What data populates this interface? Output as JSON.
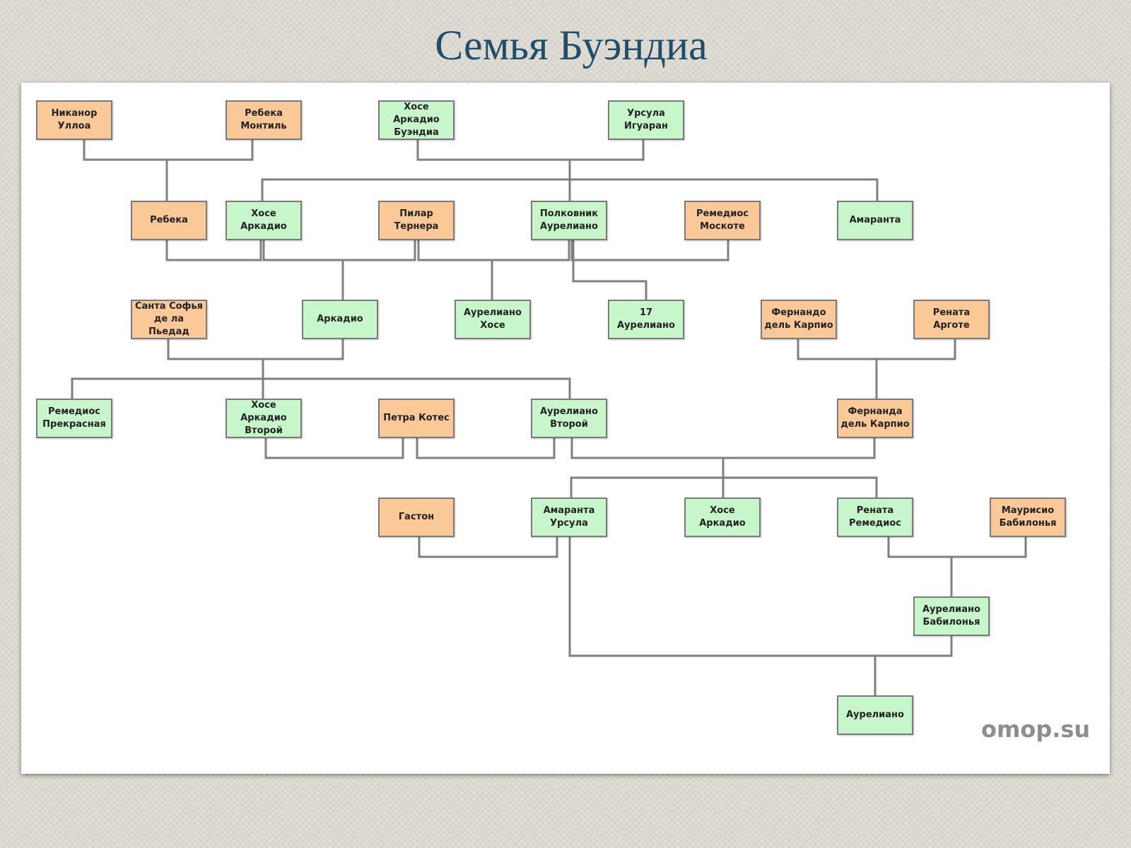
{
  "title": "Семья Буэндиа",
  "watermark": "omop.su",
  "colors": {
    "married_in": "#fbc898",
    "buendia": "#c6f6c9",
    "title": "#1f4e6b",
    "line": "#7f7f7f"
  },
  "nodes": [
    {
      "id": "nikanor",
      "label": "Никанор\nУллоа",
      "kind": "orange"
    },
    {
      "id": "rebeka_montil",
      "label": "Ребека\nМонтиль",
      "kind": "orange"
    },
    {
      "id": "jose_arkadio_buendia",
      "label": "Хосе Аркадио\nБуэндиа",
      "kind": "green"
    },
    {
      "id": "ursula",
      "label": "Урсула\nИгуаран",
      "kind": "green"
    },
    {
      "id": "rebeka",
      "label": "Ребека",
      "kind": "orange"
    },
    {
      "id": "jose_arkadio",
      "label": "Хосе Аркадио",
      "kind": "green"
    },
    {
      "id": "pilar",
      "label": "Пилар\nТернера",
      "kind": "orange"
    },
    {
      "id": "colonel",
      "label": "Полковник\nАурелиано",
      "kind": "green"
    },
    {
      "id": "remedios_moskote",
      "label": "Ремедиос\nМоскоте",
      "kind": "orange"
    },
    {
      "id": "amaranta",
      "label": "Амаранта",
      "kind": "green"
    },
    {
      "id": "santa_sofia",
      "label": "Санта Софья\nде ла Пьедад",
      "kind": "orange"
    },
    {
      "id": "arkadio",
      "label": "Аркадио",
      "kind": "green"
    },
    {
      "id": "aureliano_hose",
      "label": "Аурелиано\nХосе",
      "kind": "green"
    },
    {
      "id": "seventeen",
      "label": "17\nАурелиано",
      "kind": "green"
    },
    {
      "id": "fernando",
      "label": "Фернандо\nдель Карпио",
      "kind": "orange"
    },
    {
      "id": "renata_argote",
      "label": "Рената\nАрготе",
      "kind": "orange"
    },
    {
      "id": "remedios_beauty",
      "label": "Ремедиос\nПрекрасная",
      "kind": "green"
    },
    {
      "id": "jose_arkadio_2",
      "label": "Хосе Аркадио\nВторой",
      "kind": "green"
    },
    {
      "id": "petra",
      "label": "Петра Котес",
      "kind": "orange"
    },
    {
      "id": "aureliano_2",
      "label": "Аурелиано\nВторой",
      "kind": "green"
    },
    {
      "id": "fernanda",
      "label": "Фернанда\nдель Карпио",
      "kind": "orange"
    },
    {
      "id": "gaston",
      "label": "Гастон",
      "kind": "orange"
    },
    {
      "id": "amaranta_ursula",
      "label": "Амаранта\nУрсула",
      "kind": "green"
    },
    {
      "id": "jose_arkadio_3",
      "label": "Хосе Аркадио",
      "kind": "green"
    },
    {
      "id": "renata_remedios",
      "label": "Рената\nРемедиос",
      "kind": "green"
    },
    {
      "id": "mauricio",
      "label": "Маурисио\nБабилонья",
      "kind": "orange"
    },
    {
      "id": "aureliano_babilonia",
      "label": "Аурелиано\nБабилонья",
      "kind": "green"
    },
    {
      "id": "aureliano_last",
      "label": "Аурелиано",
      "kind": "green"
    }
  ],
  "links": [
    {
      "parents": [
        "nikanor",
        "rebeka_montil"
      ],
      "children": [
        "rebeka"
      ]
    },
    {
      "parents": [
        "jose_arkadio_buendia",
        "ursula"
      ],
      "children": [
        "jose_arkadio",
        "colonel",
        "amaranta"
      ]
    },
    {
      "parents": [
        "rebeka",
        "jose_arkadio"
      ],
      "children": []
    },
    {
      "parents": [
        "jose_arkadio",
        "pilar"
      ],
      "children": [
        "arkadio"
      ]
    },
    {
      "parents": [
        "pilar",
        "colonel"
      ],
      "children": [
        "aureliano_hose"
      ]
    },
    {
      "parents": [
        "colonel",
        "remedios_moskote"
      ],
      "children": []
    },
    {
      "parents": [
        "colonel"
      ],
      "children": [
        "seventeen"
      ]
    },
    {
      "parents": [
        "santa_sofia",
        "arkadio"
      ],
      "children": [
        "remedios_beauty",
        "jose_arkadio_2",
        "aureliano_2"
      ]
    },
    {
      "parents": [
        "fernando",
        "renata_argote"
      ],
      "children": [
        "fernanda"
      ]
    },
    {
      "parents": [
        "jose_arkadio_2",
        "petra"
      ],
      "children": []
    },
    {
      "parents": [
        "petra",
        "aureliano_2"
      ],
      "children": []
    },
    {
      "parents": [
        "aureliano_2",
        "fernanda"
      ],
      "children": [
        "amaranta_ursula",
        "jose_arkadio_3",
        "renata_remedios"
      ]
    },
    {
      "parents": [
        "gaston",
        "amaranta_ursula"
      ],
      "children": []
    },
    {
      "parents": [
        "renata_remedios",
        "mauricio"
      ],
      "children": [
        "aureliano_babilonia"
      ]
    },
    {
      "parents": [
        "amaranta_ursula",
        "aureliano_babilonia"
      ],
      "children": [
        "aureliano_last"
      ]
    }
  ]
}
